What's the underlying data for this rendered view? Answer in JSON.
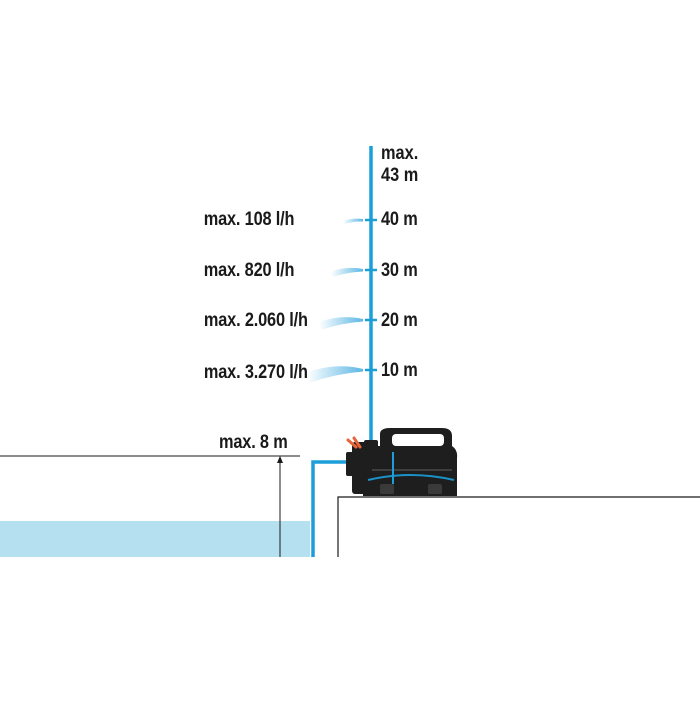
{
  "diagram": {
    "max_height": {
      "line1": "max.",
      "line2": "43 m"
    },
    "levels": [
      {
        "height": "40 m",
        "flow": "max. 108 l/h",
        "level_m": 40
      },
      {
        "height": "30 m",
        "flow": "max. 820 l/h",
        "level_m": 30
      },
      {
        "height": "20 m",
        "flow": "max. 2.060 l/h",
        "level_m": 20
      },
      {
        "height": "10 m",
        "flow": "max. 3.270 l/h",
        "level_m": 10
      }
    ],
    "suction_depth": "max. 8 m",
    "colors": {
      "pipe": "#1b9ed9",
      "water": "#b5e0ef",
      "spray": "#5bb7e4",
      "pump_body": "#1e1e1e",
      "pump_accent": "#e8643a",
      "line": "#1a1a1a"
    }
  }
}
